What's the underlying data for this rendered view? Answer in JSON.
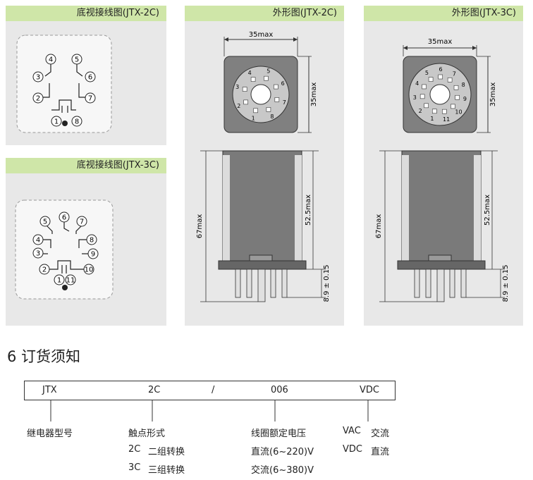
{
  "panels": {
    "bottom_2c": {
      "title": "底视接线图(JTX-2C)"
    },
    "bottom_3c": {
      "title": "底视接线图(JTX-3C)"
    },
    "outline_2c": {
      "title": "外形图(JTX-2C)"
    },
    "outline_3c": {
      "title": "外形图(JTX-3C)"
    }
  },
  "dims": {
    "width": "35max",
    "depth": "35max",
    "body_height": "52.5max",
    "total_height": "67max",
    "pin_length": "8.9 ± 0.15"
  },
  "pins_2c": [
    "1",
    "2",
    "3",
    "4",
    "5",
    "6",
    "7",
    "8"
  ],
  "pins_3c": [
    "1",
    "2",
    "3",
    "4",
    "5",
    "6",
    "7",
    "8",
    "9",
    "10",
    "11"
  ],
  "order": {
    "title": "6 订货须知",
    "codes": {
      "model": "JTX",
      "contact": "2C",
      "sep": "/",
      "voltage": "006",
      "type": "VDC"
    },
    "model_label": "继电器型号",
    "contact_label": "触点形式",
    "contact_options": [
      {
        "code": "2C",
        "desc": "二组转换"
      },
      {
        "code": "3C",
        "desc": "三组转换"
      }
    ],
    "voltage_label": "线圈额定电压",
    "voltage_options": [
      "直流(6~220)V",
      "交流(6~380)V"
    ],
    "type_options": [
      {
        "code": "VAC",
        "desc": "交流"
      },
      {
        "code": "VDC",
        "desc": "直流"
      }
    ]
  }
}
